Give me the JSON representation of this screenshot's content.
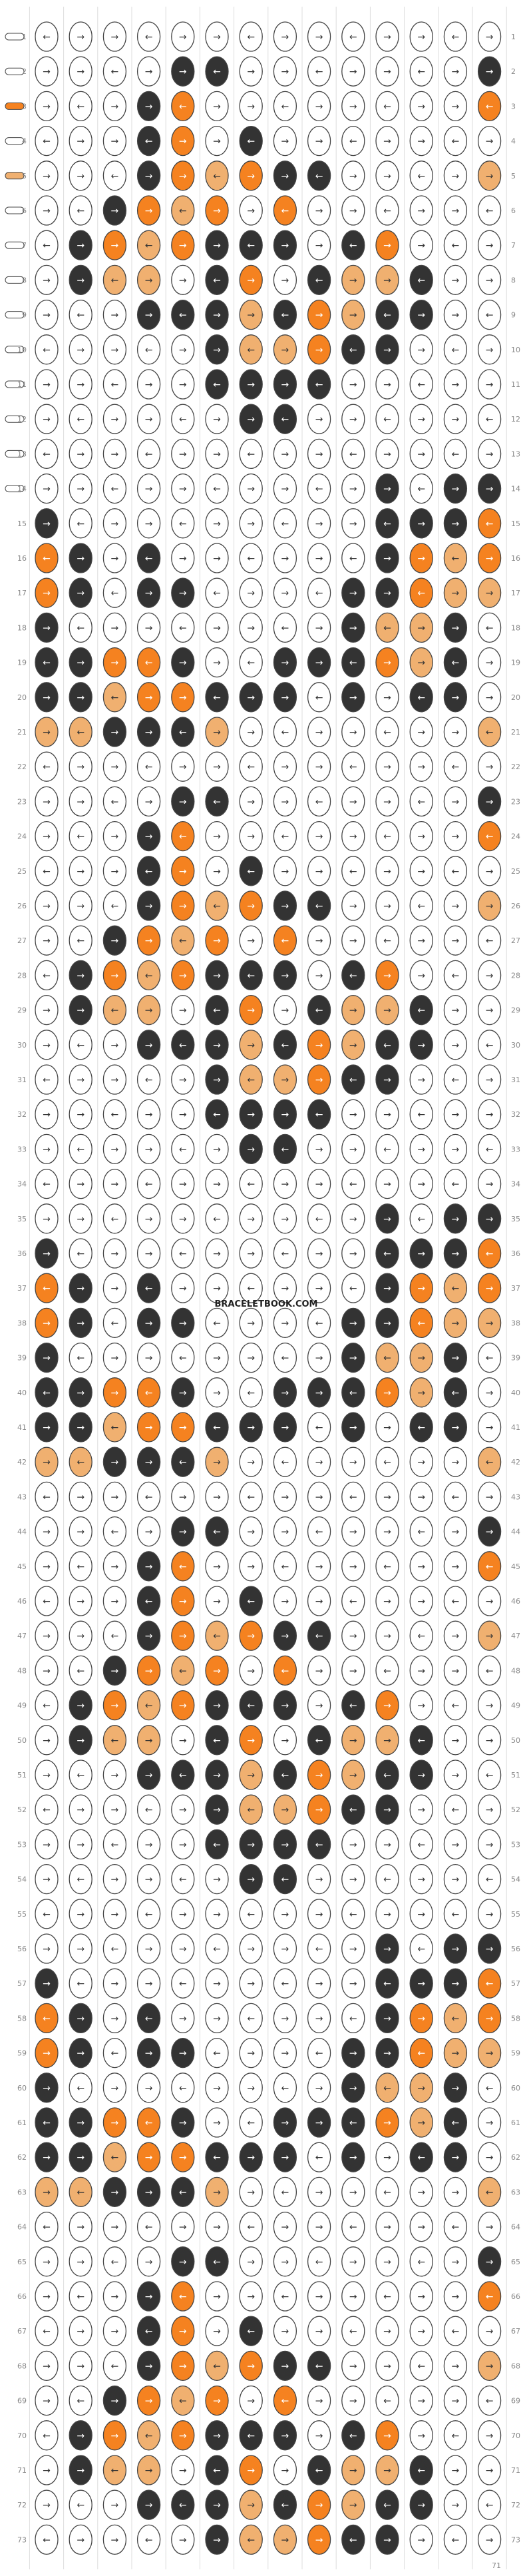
{
  "pattern": {
    "watermark": "BRACELETBOOK.COM",
    "strings_count": 14,
    "rows_count": 73,
    "end_label": "71",
    "colors": {
      "white": "#ffffff",
      "black": "#333333",
      "orange": "#f58220",
      "tan": "#f0b070",
      "outline": "#444444"
    },
    "left_strings": [
      "white",
      "white",
      "orange",
      "white",
      "tan",
      "white",
      "white",
      "white",
      "white",
      "white",
      "white",
      "white",
      "white",
      "white"
    ],
    "motif_period": 21,
    "motif": [
      "wwwwwwwwwwwwww",
      "wwwwkkwwwwwwwk",
      "wwwkowwwwwwwwo",
      "wwwkowkwwwwwww",
      "wwwkotokkwwwwt",
      "wwkotowowwwwww",
      "wkotokkkwkowww",
      "wkttwkowkttkww",
      "wwwkkktkotkkww",
      "wwwwwkttokkwww",
      "wwwwwkkkkwwwww",
      "wwwwwwkkwwwwww",
      "wwwwwwwwwwwwww",
      "wwwwwwwwwwkwkk",
      "kwwwwwwwwwkkko",
      "okwkwwwwwwkoto",
      "okwkkwwwwkkott",
      "kwwwwwwwwkttkw",
      "kkookwwkkkotkw",
      "kktookkkwkwkkw",
      "ttkkktwwwwwwwt"
    ]
  }
}
